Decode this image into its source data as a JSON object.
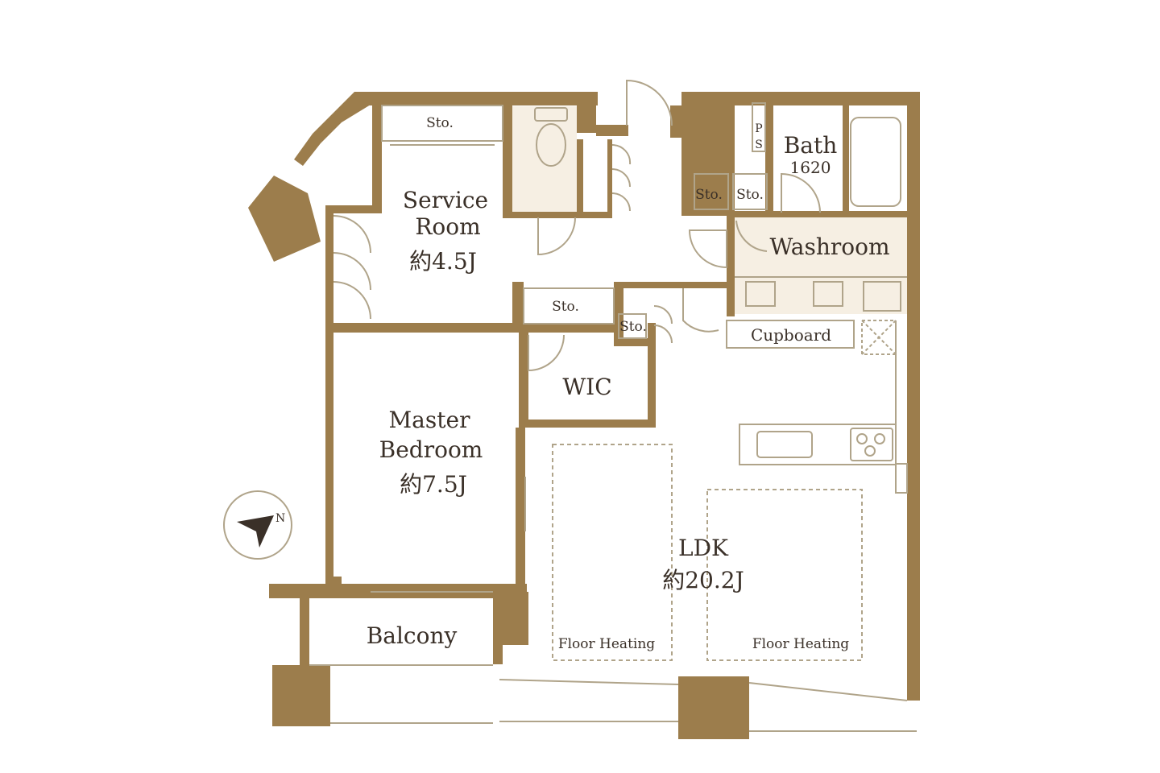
{
  "colors": {
    "wall": "#9c7d4c",
    "floor_wet": "#f6efe3",
    "line": "#b0a48a",
    "text": "#3a3028"
  },
  "rooms": {
    "service_room": {
      "name_1": "Service",
      "name_2": "Room",
      "size": "約4.5J"
    },
    "master_bedroom": {
      "name_1": "Master",
      "name_2": "Bedroom",
      "size": "約7.5J"
    },
    "ldk": {
      "name": "LDK",
      "size": "約20.2J"
    },
    "bath": {
      "name": "Bath",
      "size": "1620"
    },
    "washroom": {
      "name": "Washroom"
    },
    "wic": {
      "name": "WIC"
    },
    "balcony": {
      "name": "Balcony"
    },
    "cupboard": {
      "name": "Cupboard"
    }
  },
  "labels": {
    "storage": "Sto.",
    "ps_1": "P",
    "ps_2": "S",
    "floor_heating": "Floor Heating",
    "compass_n": "N"
  }
}
